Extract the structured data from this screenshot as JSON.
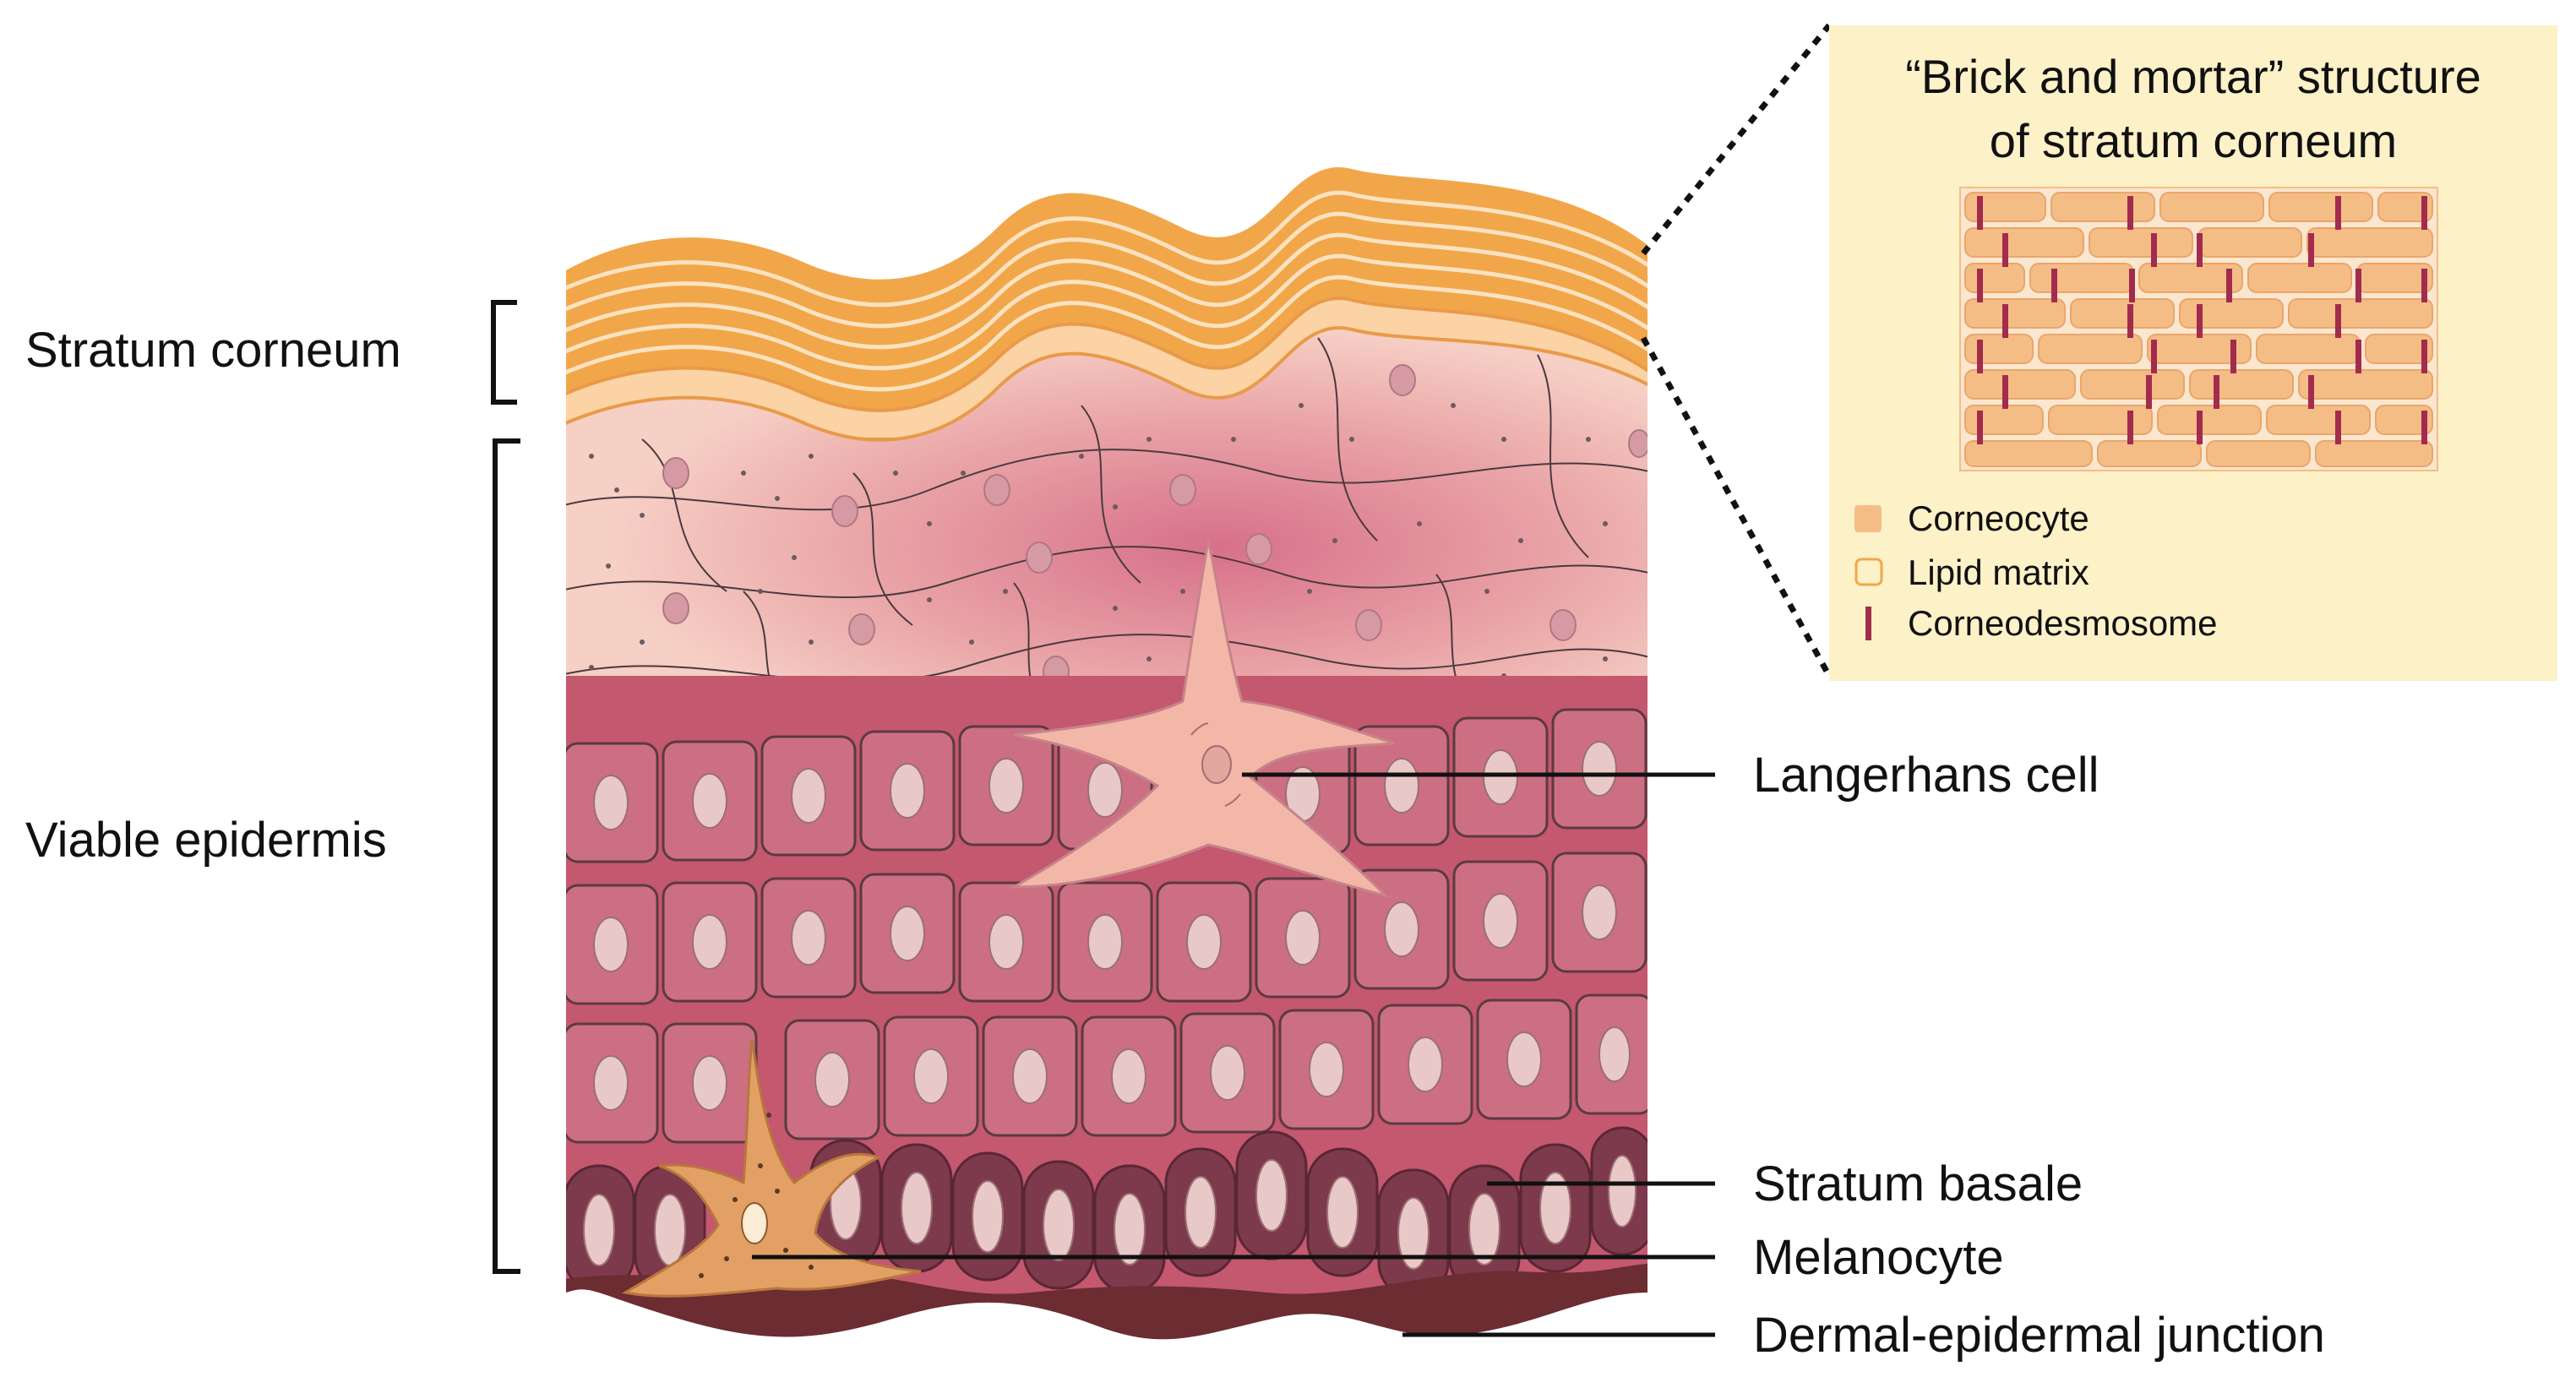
{
  "labels": {
    "stratum_corneum": "Stratum corneum",
    "viable_epidermis": "Viable epidermis",
    "langerhans_cell": "Langerhans cell",
    "stratum_basale": "Stratum basale",
    "melanocyte": "Melanocyte",
    "dermal_epidermal_junction": "Dermal-epidermal junction"
  },
  "inset": {
    "title_line1": "“Brick and mortar” structure",
    "title_line2": "of stratum corneum",
    "legend": {
      "corneocyte": "Corneocyte",
      "lipid_matrix": "Lipid matrix",
      "corneodesmosome": "Corneodesmosome"
    }
  },
  "colors": {
    "corneum_orange": "#f2a64a",
    "corneum_light": "#fbd3a5",
    "granular_pink": "#f4c3bb",
    "spinous_rose": "#c4586e",
    "cell_fill": "#cd6f82",
    "basal_ring": "#7d3a4c",
    "nucleus": "#e9c9c7",
    "junction": "#6b2c32",
    "inset_bg": "#fdf1c8",
    "brick": "#f5bd86",
    "desmosome": "#a22b4e",
    "melanocyte": "#e3a064"
  }
}
